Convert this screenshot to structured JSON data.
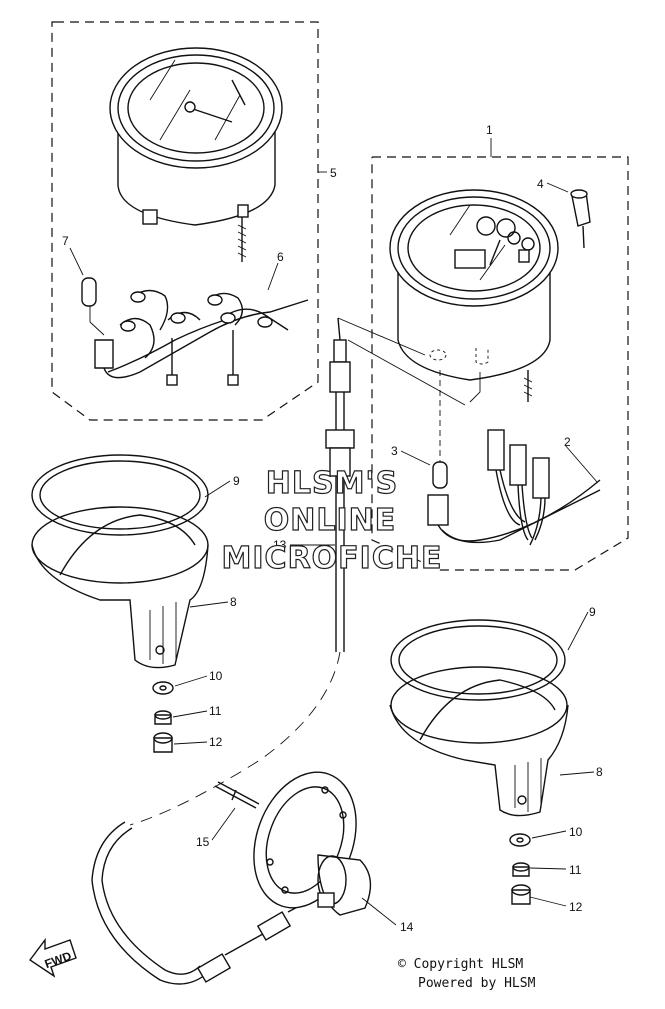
{
  "callouts": [
    "1",
    "2",
    "3",
    "4",
    "5",
    "6",
    "7",
    "8",
    "9",
    "10",
    "11",
    "12",
    "13",
    "14",
    "15",
    "8",
    "9",
    "10",
    "11",
    "12"
  ],
  "watermark": {
    "line1": "HLSM'S",
    "line2": "ONLINE",
    "line3": "MICROFICHE"
  },
  "footer": {
    "copyright": "© Copyright HLSM",
    "powered": "Powered by HLSM"
  },
  "fwd_label": "FWD"
}
